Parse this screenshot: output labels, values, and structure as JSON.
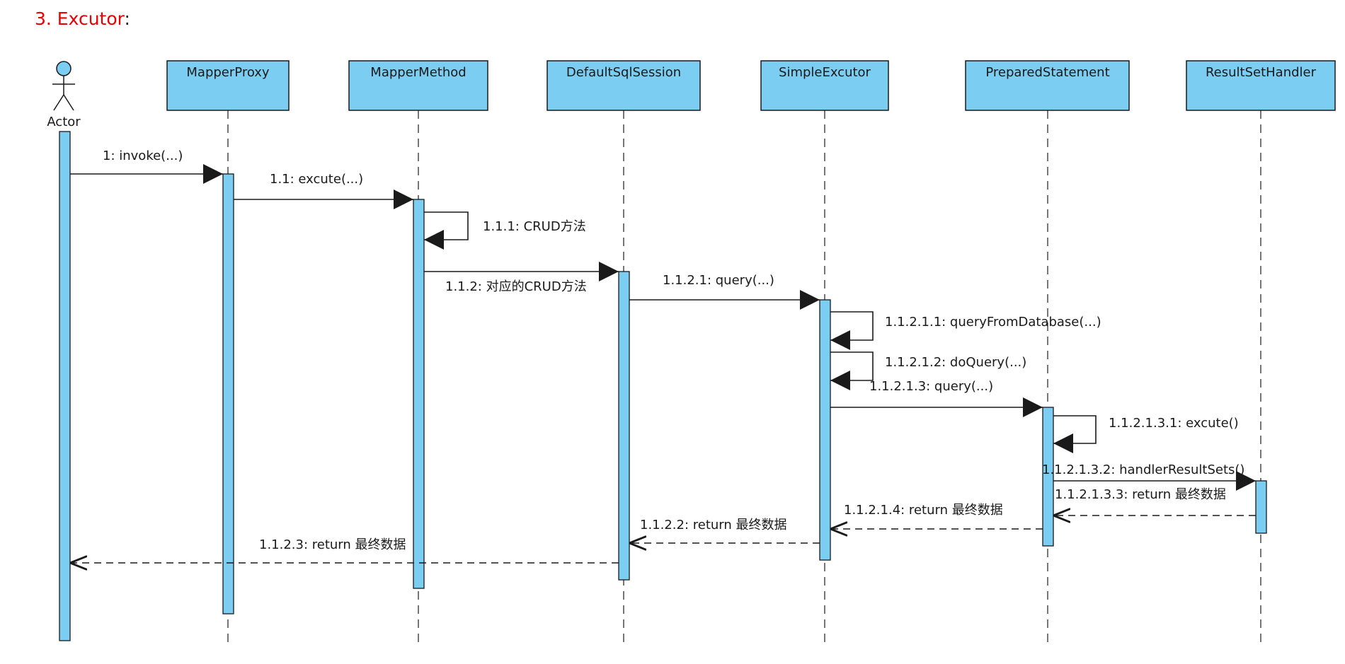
{
  "heading": {
    "number": "3. Excutor",
    "suffix": ":"
  },
  "colors": {
    "fill": "#7ccdf2",
    "stroke": "#1a1a1a",
    "heading": "#e60000"
  },
  "actor": {
    "label": "Actor"
  },
  "lifelines": [
    {
      "id": "mapperproxy",
      "label": "MapperProxy"
    },
    {
      "id": "mappermethod",
      "label": "MapperMethod"
    },
    {
      "id": "defaultsqlsession",
      "label": "DefaultSqlSession"
    },
    {
      "id": "simpleexcutor",
      "label": "SimpleExcutor"
    },
    {
      "id": "preparedstatement",
      "label": "PreparedStatement"
    },
    {
      "id": "resultsethandler",
      "label": "ResultSetHandler"
    }
  ],
  "messages": [
    {
      "id": "m1",
      "label": "1: invoke(...)",
      "kind": "call"
    },
    {
      "id": "m11",
      "label": "1.1: excute(...)",
      "kind": "call"
    },
    {
      "id": "m111",
      "label": "1.1.1: CRUD方法",
      "kind": "self"
    },
    {
      "id": "m112",
      "label": "1.1.2: 对应的CRUD方法",
      "kind": "call"
    },
    {
      "id": "m1121",
      "label": "1.1.2.1: query(...)",
      "kind": "call"
    },
    {
      "id": "m11211",
      "label": "1.1.2.1.1: queryFromDatabase(...)",
      "kind": "self"
    },
    {
      "id": "m11212",
      "label": "1.1.2.1.2: doQuery(...)",
      "kind": "self"
    },
    {
      "id": "m11213",
      "label": "1.1.2.1.3: query(...)",
      "kind": "call"
    },
    {
      "id": "m112131",
      "label": "1.1.2.1.3.1: excute()",
      "kind": "self"
    },
    {
      "id": "m112132",
      "label": "1.1.2.1.3.2: handlerResultSets()",
      "kind": "call"
    },
    {
      "id": "m112133",
      "label": "1.1.2.1.3.3: return 最终数据",
      "kind": "return"
    },
    {
      "id": "m11214",
      "label": "1.1.2.1.4: return 最终数据",
      "kind": "return"
    },
    {
      "id": "m1122",
      "label": "1.1.2.2: return 最终数据",
      "kind": "return"
    },
    {
      "id": "m1123",
      "label": "1.1.2.3: return 最终数据",
      "kind": "return"
    }
  ]
}
